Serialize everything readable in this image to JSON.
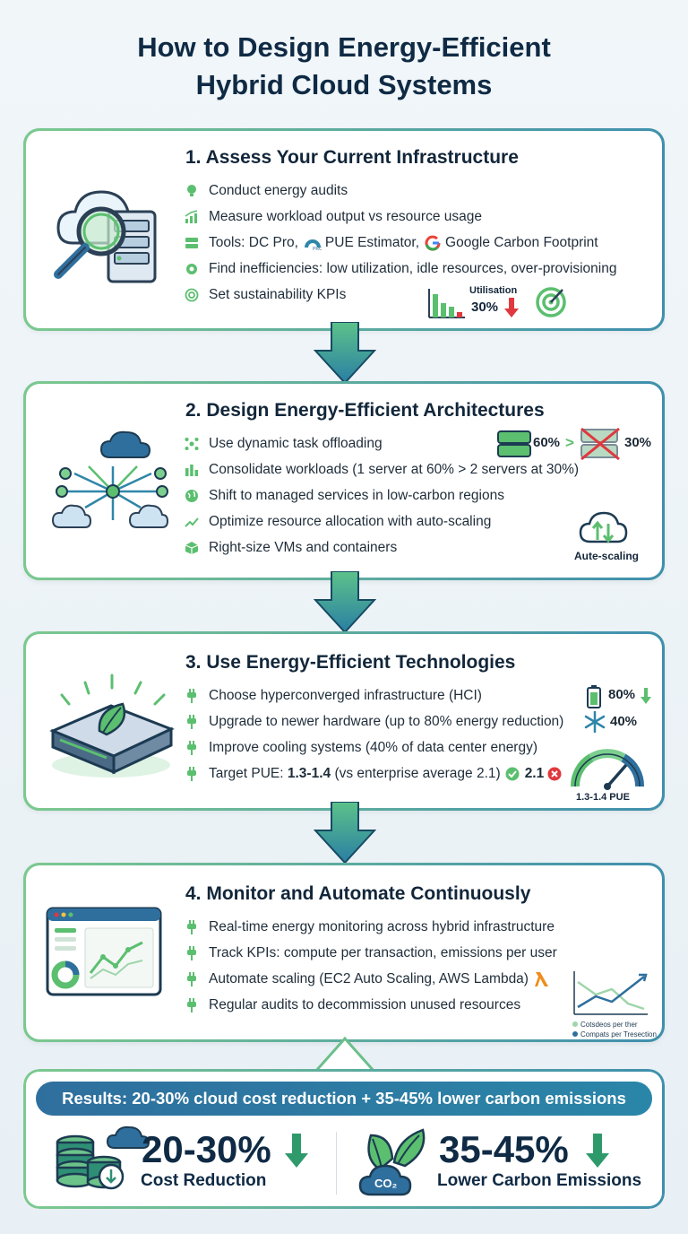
{
  "title": {
    "line1": "How to Design Energy-Efficient",
    "line2": "Hybrid Cloud Systems"
  },
  "colors": {
    "green": "#5bbf6f",
    "teal": "#2f86a8",
    "navy": "#0f2a44",
    "red": "#e0383e"
  },
  "section1": {
    "heading": "1. Assess Your Current Infrastructure",
    "items": [
      "Conduct energy audits",
      "Measure workload output vs resource usage",
      "Find inefficiencies: low utilization, idle resources, over-provisioning",
      "Set sustainability KPIs"
    ],
    "tools_prefix": "Tools: DC Pro,",
    "tools_pue": "PUE Estimator,",
    "tools_google": "Google Carbon Footprint",
    "badge_label": "Utilisation",
    "badge_value": "30%",
    "icons": [
      "lightbulb-icon",
      "chart-up-icon",
      "server-icon",
      "gear-icon",
      "target-icon"
    ]
  },
  "section2": {
    "heading": "2. Design Energy-Efficient Architectures",
    "items": [
      "Use dynamic task offloading",
      "Consolidate workloads (1 server at 60% > 2 servers at 30%)",
      "Shift to managed services in low-carbon regions",
      "Optimize resource allocation with auto-scaling",
      "Right-size VMs and containers"
    ],
    "server_a": "60%",
    "server_sep": ">",
    "server_b": "30%",
    "autoscale_label": "Aute-scaling"
  },
  "section3": {
    "heading": "3. Use Energy-Efficient Technologies",
    "items": [
      "Choose hyperconverged infrastructure (HCI)",
      "Upgrade to newer hardware (up to 80% energy reduction)",
      "Improve cooling systems (40% of data center energy)"
    ],
    "pue_prefix": "Target PUE: ",
    "pue_value": "1.3-1.4",
    "pue_suffix": " (vs enterprise average 2.1)",
    "battery_value": "80%",
    "cooling_value": "40%",
    "bad_value": "2.1",
    "gauge_label": "1.3-1.4 PUE"
  },
  "section4": {
    "heading": "4. Monitor and Automate Continuously",
    "items": [
      "Real-time energy monitoring across hybrid infrastructure",
      "Track KPIs: compute per transaction, emissions per user",
      "Automate scaling (EC2 Auto Scaling, AWS Lambda)",
      "Regular audits to decommission unused resources"
    ],
    "legend": [
      "Cotsdeos per ther",
      "Compats per Tresection"
    ]
  },
  "results": {
    "banner": "Results: 20-30% cloud cost reduction + 35-45% lower carbon emissions",
    "cost_value": "20-30%",
    "cost_label": "Cost Reduction",
    "carbon_value": "35-45%",
    "carbon_label": "Lower Carbon Emissions",
    "co2": "CO₂"
  }
}
